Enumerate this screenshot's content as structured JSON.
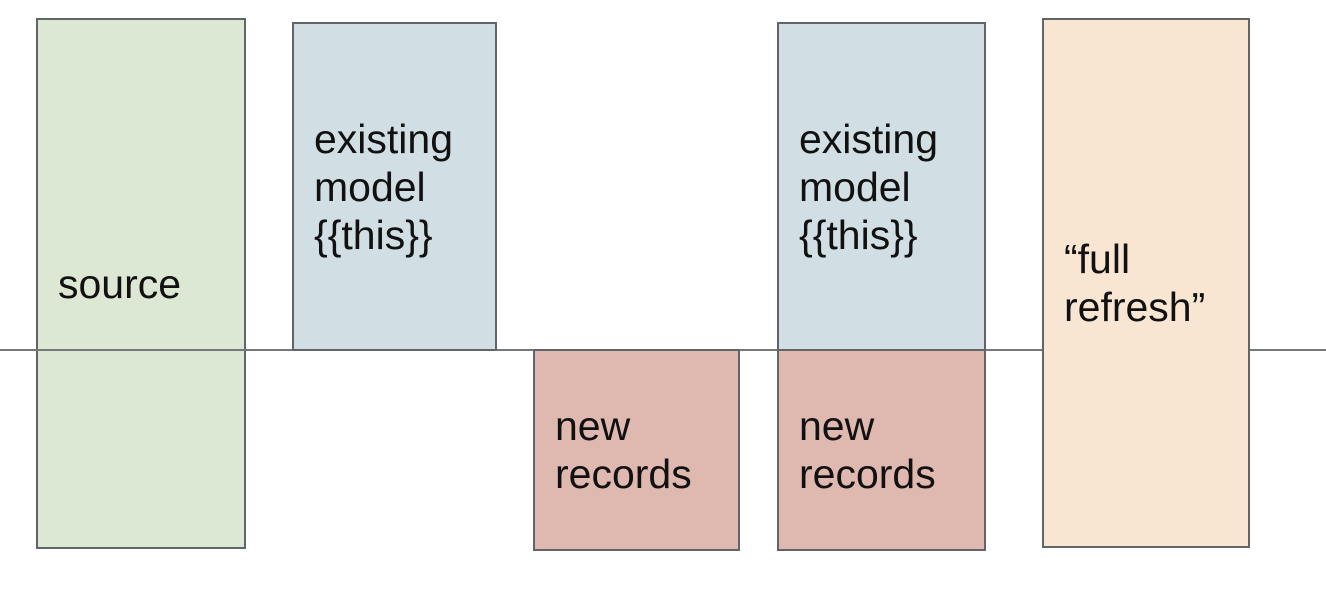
{
  "diagram": {
    "boxes": [
      {
        "id": "source",
        "label": "source",
        "fill": "#dde8d4"
      },
      {
        "id": "existing-model-1",
        "label": "existing\nmodel\n{{this}}",
        "fill": "#d1dee3"
      },
      {
        "id": "new-records-1",
        "label": "new\nrecords",
        "fill": "#dfb8b0"
      },
      {
        "id": "existing-model-2",
        "label": "existing\nmodel\n{{this}}",
        "fill": "#d1dee3"
      },
      {
        "id": "new-records-2",
        "label": "new\nrecords",
        "fill": "#dfb8b0"
      },
      {
        "id": "full-refresh",
        "label": "“full\nrefresh”",
        "fill": "#f8e6d3"
      }
    ],
    "colors": {
      "background": "#ffffff",
      "box_border": "#616569",
      "divider_line": "#76797c",
      "text": "#111111"
    }
  }
}
